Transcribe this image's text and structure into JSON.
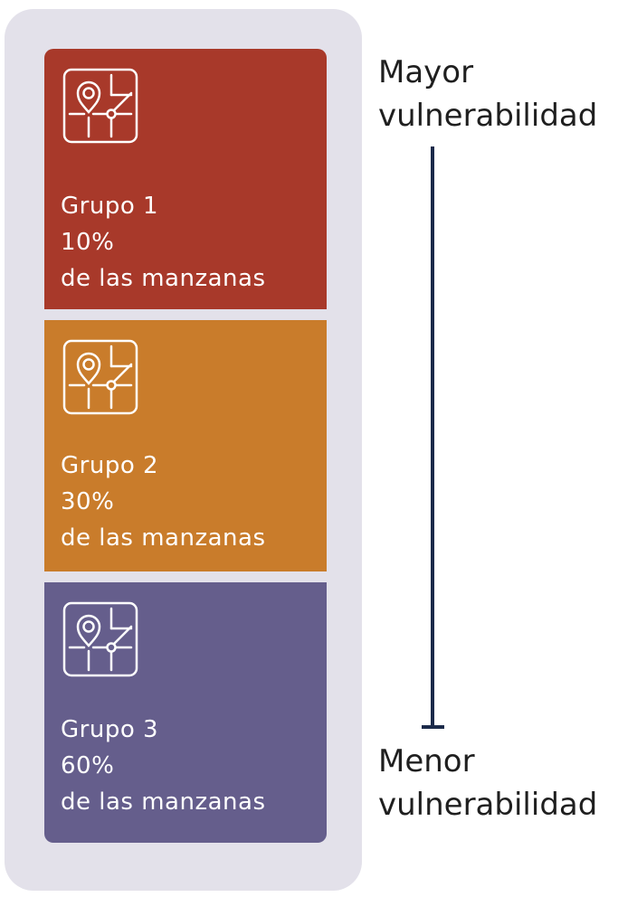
{
  "groups": [
    {
      "name": "Grupo 1",
      "percent": "10%",
      "caption": "de las manzanas",
      "color": "#a8392a",
      "icon": "map-pin-icon"
    },
    {
      "name": "Grupo 2",
      "percent": "30%",
      "caption": "de las manzanas",
      "color": "#c97c2b",
      "icon": "map-pin-icon"
    },
    {
      "name": "Grupo 3",
      "percent": "60%",
      "caption": "de las manzanas",
      "color": "#655e8c",
      "icon": "map-pin-icon"
    }
  ],
  "scale": {
    "top_label_1": "Mayor",
    "top_label_2": "vulnerabilidad",
    "bottom_label_1": "Menor",
    "bottom_label_2": "vulnerabilidad"
  }
}
